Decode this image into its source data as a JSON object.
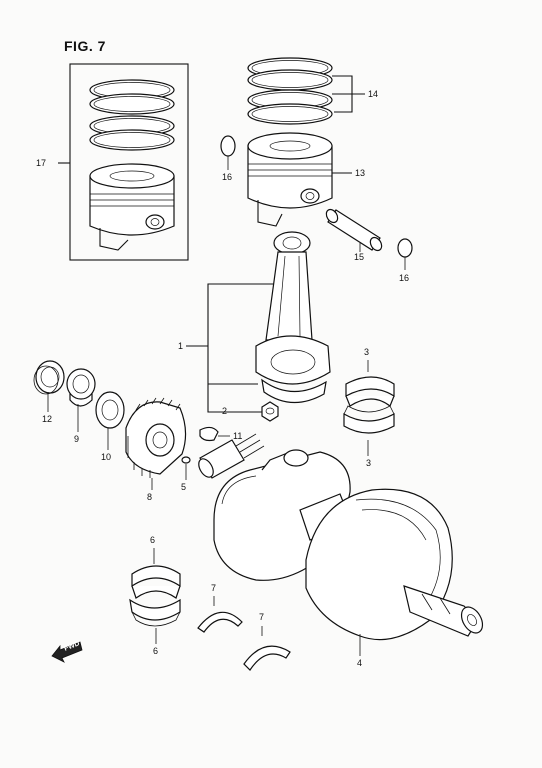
{
  "figure": {
    "title": "FIG. 7"
  },
  "callouts": [
    {
      "id": "c1",
      "text": "1"
    },
    {
      "id": "c2",
      "text": "2"
    },
    {
      "id": "c3a",
      "text": "3"
    },
    {
      "id": "c3b",
      "text": "3"
    },
    {
      "id": "c4",
      "text": "4"
    },
    {
      "id": "c5",
      "text": "5"
    },
    {
      "id": "c6a",
      "text": "6"
    },
    {
      "id": "c6b",
      "text": "6"
    },
    {
      "id": "c7a",
      "text": "7"
    },
    {
      "id": "c7b",
      "text": "7"
    },
    {
      "id": "c8",
      "text": "8"
    },
    {
      "id": "c9",
      "text": "9"
    },
    {
      "id": "c10",
      "text": "10"
    },
    {
      "id": "c11",
      "text": "11"
    },
    {
      "id": "c12",
      "text": "12"
    },
    {
      "id": "c13",
      "text": "13"
    },
    {
      "id": "c14",
      "text": "14"
    },
    {
      "id": "c15",
      "text": "15"
    },
    {
      "id": "c16a",
      "text": "16"
    },
    {
      "id": "c16b",
      "text": "16"
    },
    {
      "id": "c17",
      "text": "17"
    }
  ],
  "fwd_marker": {
    "text": "FWD"
  }
}
